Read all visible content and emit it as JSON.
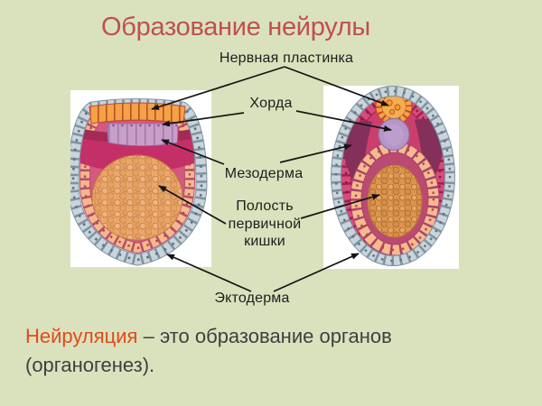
{
  "slide": {
    "title": "Образование нейрулы",
    "background_color": "#dae2bd",
    "title_color": "#c0504d"
  },
  "labels": {
    "neural_plate": "Нервная пластинка",
    "notochord": "Хорда",
    "mesoderm": "Мезодерма",
    "primary_gut_cavity": "Полость первичной кишки",
    "ectoderm": "Эктодерма"
  },
  "caption": {
    "term": "Нейруляция",
    "term_color": "#e04b1e",
    "definition": " – это образование органов (органогенез)."
  },
  "diagram_colors": {
    "ectoderm_cells": "#cad4da",
    "endoderm_cells": "#f5b88c",
    "neural_plate_cells": "#f2a444",
    "notochord_cells": "#b596c8",
    "mesoderm_fill": "#c52f67",
    "yolk_fill": "#e9a76a",
    "arrow_color": "#151515"
  }
}
